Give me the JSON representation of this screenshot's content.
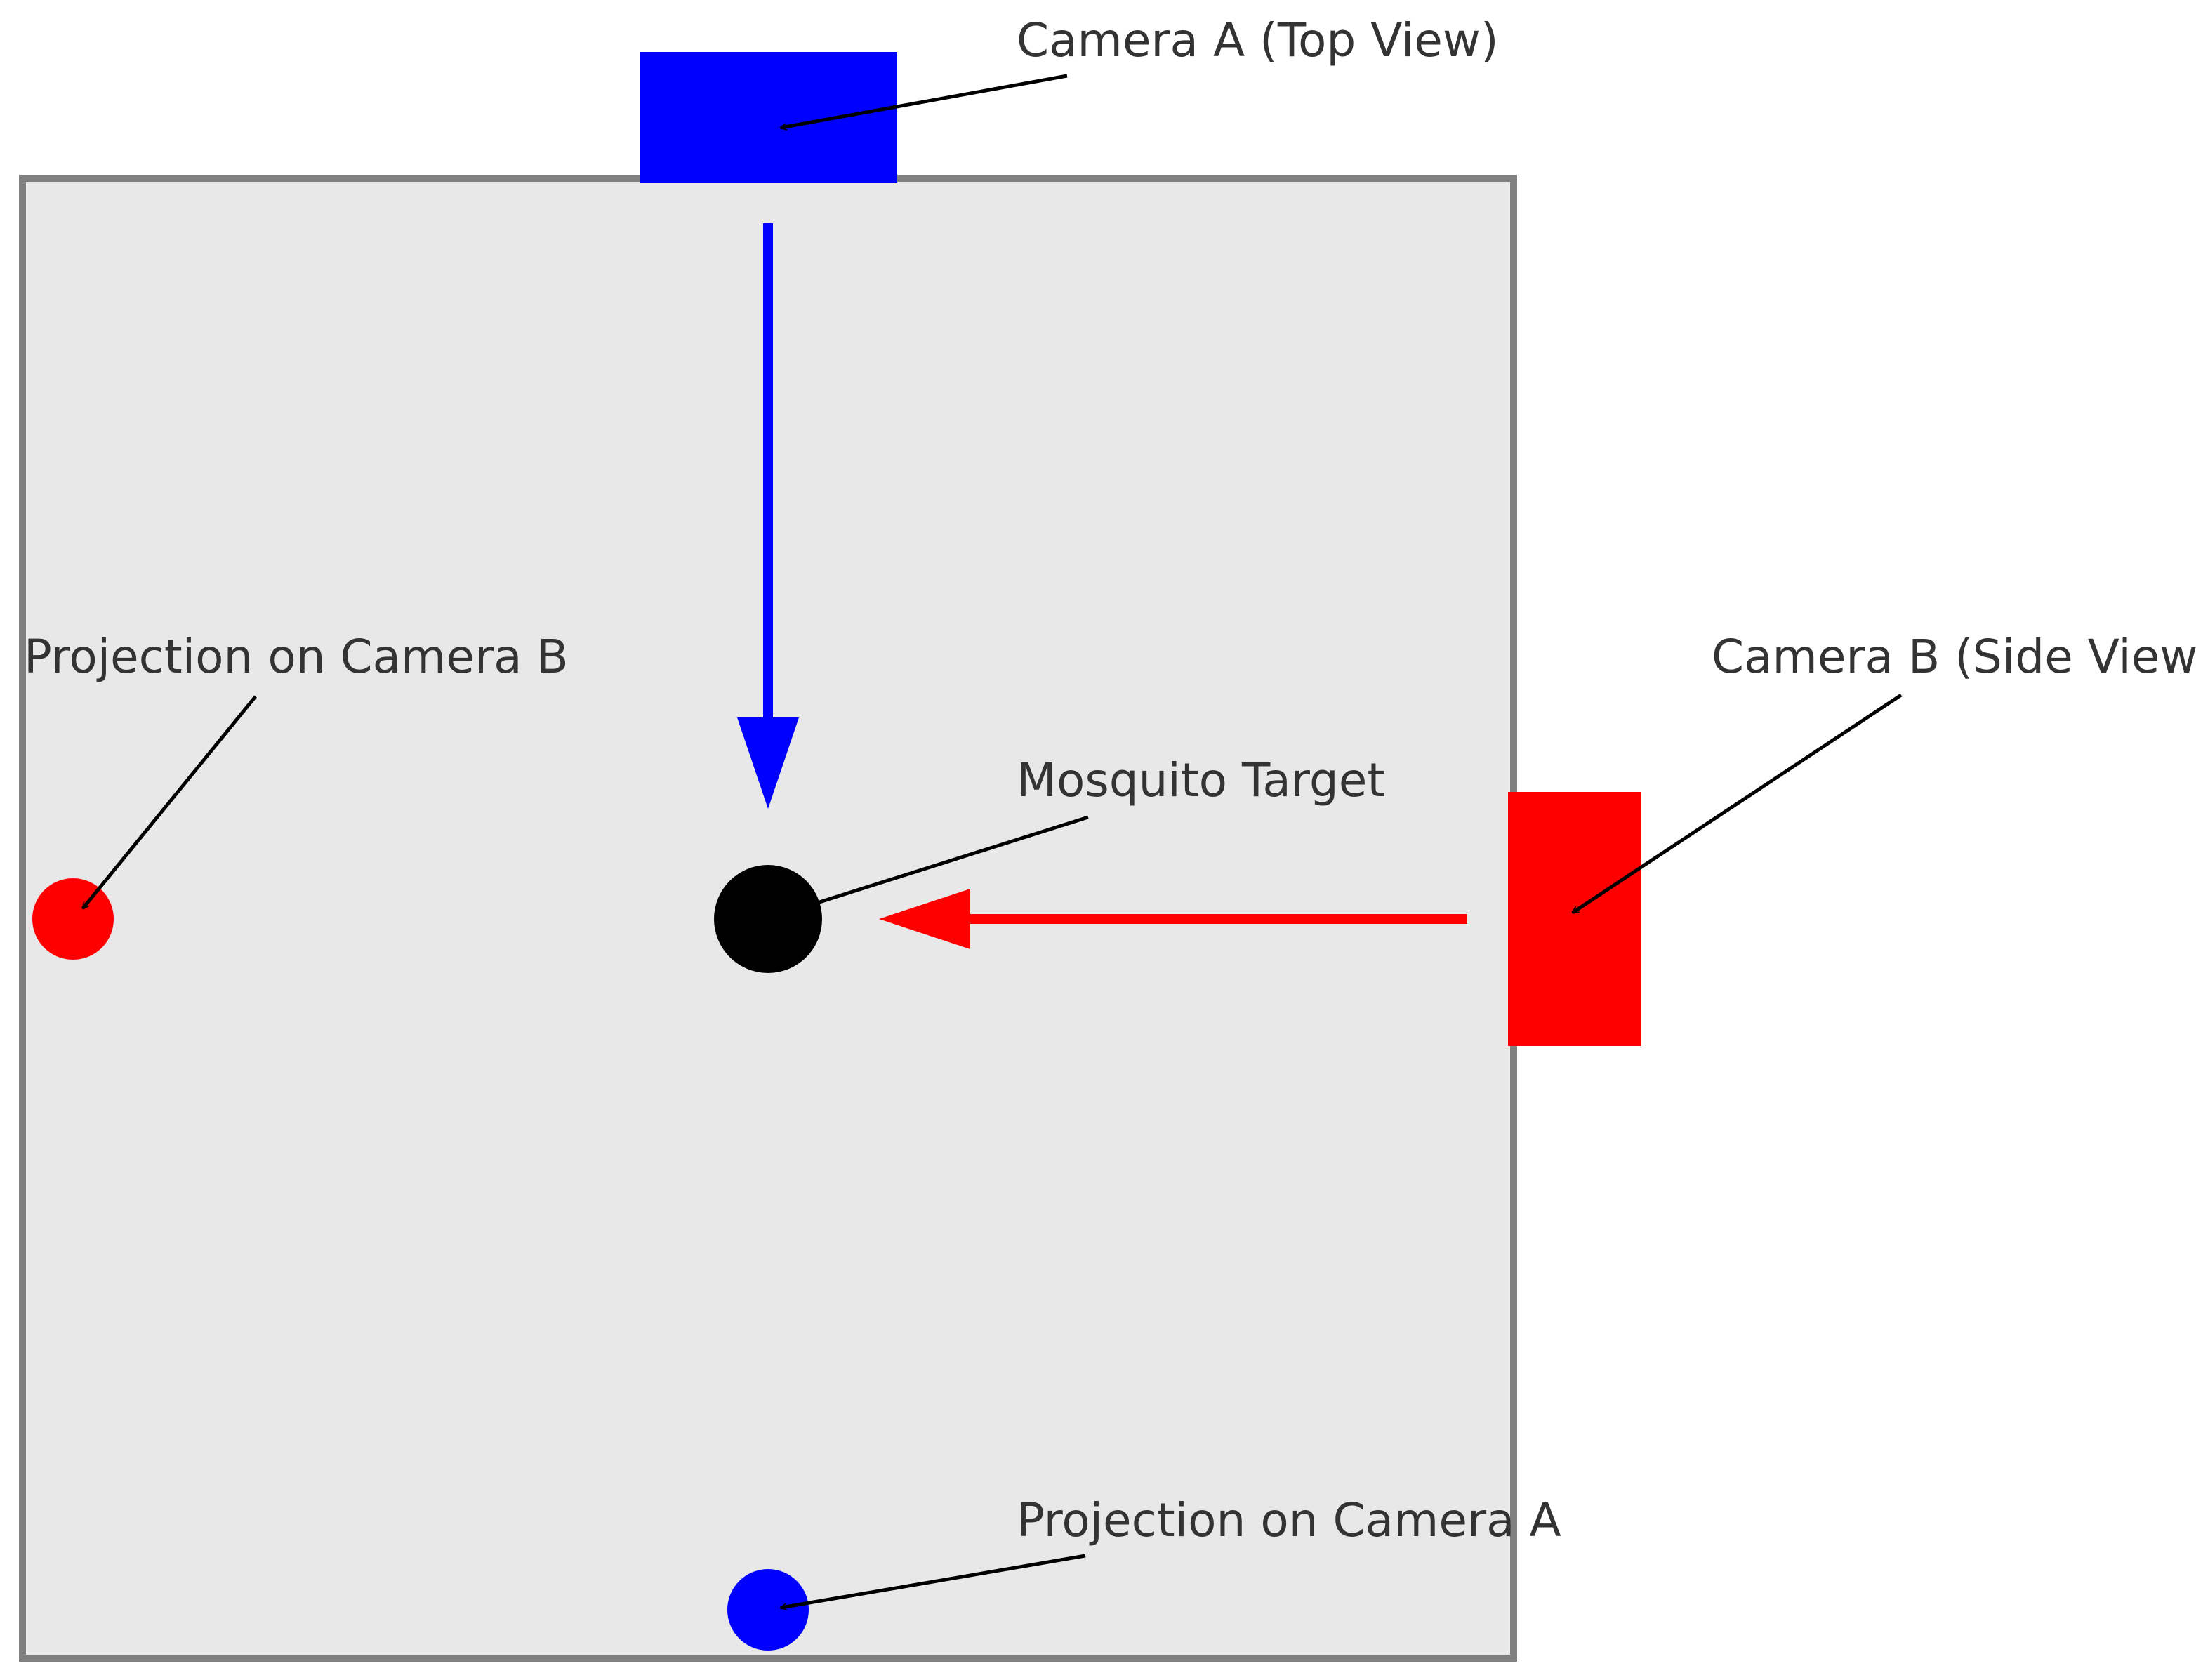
{
  "labels": {
    "camera_a": "Camera A (Top View)",
    "camera_b": "Camera B (Side View)",
    "target": "Mosquito Target",
    "projection_b": "Projection on Camera B",
    "projection_a": "Projection on Camera A"
  },
  "colors": {
    "background": "#ffffff",
    "enclosure_fill": "#e8e8e8",
    "enclosure_border": "#808080",
    "camera_a": "#0000ff",
    "camera_b": "#ff0000",
    "target": "#000000",
    "annotation": "#000000",
    "text": "#333333"
  }
}
